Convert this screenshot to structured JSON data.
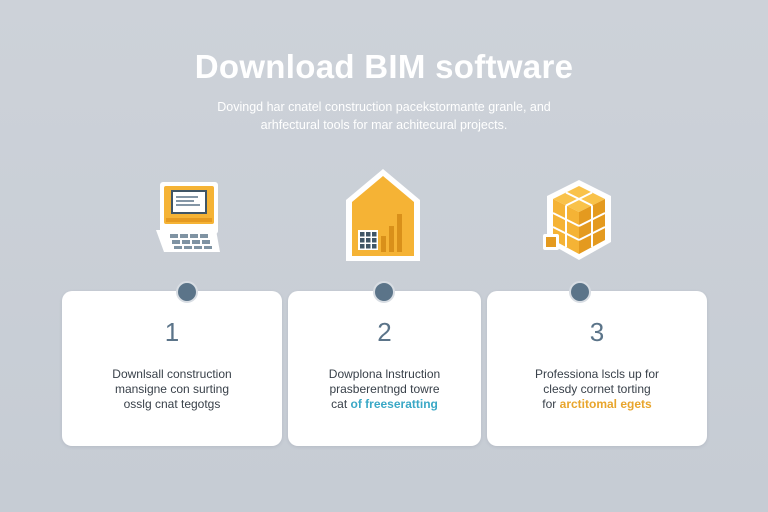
{
  "header": {
    "title": "Download BIM  software",
    "subtitle_line1": "Dovingd har cnatel construction pacekstormante granle, and",
    "subtitle_line2": "arhfectural tools for mar achitecural projects."
  },
  "steps": [
    {
      "number": "1",
      "icon": "monitor-grid-icon",
      "line1": "Downlsall construction",
      "line2": "mansigne con surting",
      "line3": "osslg cnat tegotgs",
      "highlight": ""
    },
    {
      "number": "2",
      "icon": "house-chart-icon",
      "line1": "Dowplona lnstruction",
      "line2": "prasberentngd towre",
      "line3": "cat",
      "highlight": "of freeseratting"
    },
    {
      "number": "3",
      "icon": "cube-blocks-icon",
      "line1": "Professiona lscls up for",
      "line2": "clesdy cornet torting",
      "line3": "for",
      "highlight": "arctitomal egets"
    }
  ],
  "colors": {
    "background": "#c9ced6",
    "accent_orange": "#f5b335",
    "accent_blue_text": "#3aa8c6",
    "step_dot": "#5b7489"
  }
}
